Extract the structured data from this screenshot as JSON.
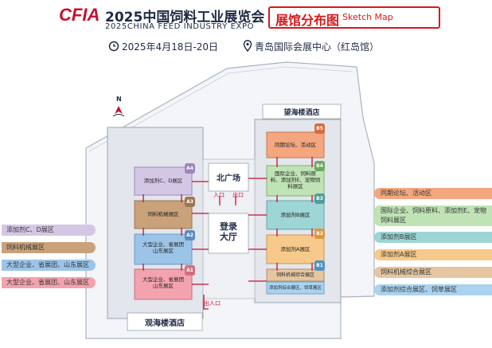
{
  "header": {
    "logo_letters": [
      "C",
      "F",
      "I",
      "A"
    ],
    "title_cn": "2025中国饲料工业展览会",
    "title_en": "2025CHINA FEED INDUSTRY EXPO",
    "map_title_cn": "展馆分布图",
    "map_title_en": "Sketch Map",
    "date": "2025年4月18日-20日",
    "venue": "青岛国际会展中心（红岛馆）"
  },
  "colors": {
    "brand_red": "#c8102e",
    "navy": "#1f2a44",
    "purple": "#d4c7e6",
    "brown": "#c9a27a",
    "blue": "#9bc4e8",
    "pink": "#f3a3ae",
    "orange": "#f4a77f",
    "green": "#bfe3b5",
    "teal": "#9dd6d4",
    "yellow": "#f7c98a",
    "light_blue": "#a9d3ef",
    "tan": "#e5c6a0"
  },
  "map": {
    "north": "N",
    "hotel_top": "望海楼酒店",
    "hotel_bottom": "观海楼酒店",
    "north_plaza": "北广场",
    "lobby": "登录大厅",
    "entrance": "入口",
    "exit": "出口",
    "exit_entrance": "出入口",
    "halls": [
      {
        "id": "A4",
        "label": "添加剂C、D展区"
      },
      {
        "id": "A3",
        "label": "饲料机械展区"
      },
      {
        "id": "A2",
        "label": "大型企业、省展团山东展区"
      },
      {
        "id": "A1",
        "label": "大型企业、省展团山东展区"
      },
      {
        "id": "B5",
        "label": "同期论坛、活动区"
      },
      {
        "id": "B4",
        "label": "国际企业、饲料原料、添加剂E、宠物饲料展区"
      },
      {
        "id": "B3",
        "label": "添加剂B展区"
      },
      {
        "id": "B2",
        "label": "添加剂A展区"
      },
      {
        "id": "B1",
        "label": "饲料机械综合展区"
      },
      {
        "id": "B1s",
        "label": "添加剂综合展区、饲草展区"
      }
    ]
  },
  "legend_left": [
    "添加剂C、D展区",
    "饲料机械展区",
    "大型企业、省展团、山东展区",
    "大型企业、省展团、山东展区"
  ],
  "legend_right": [
    "同期论坛、活动区",
    "国际企业、饲料原料、添加剂E、宠物饲料展区",
    "添加剂B展区",
    "添加剂A展区",
    "饲料机械综合展区",
    "添加剂综合展区、饲草展区"
  ]
}
